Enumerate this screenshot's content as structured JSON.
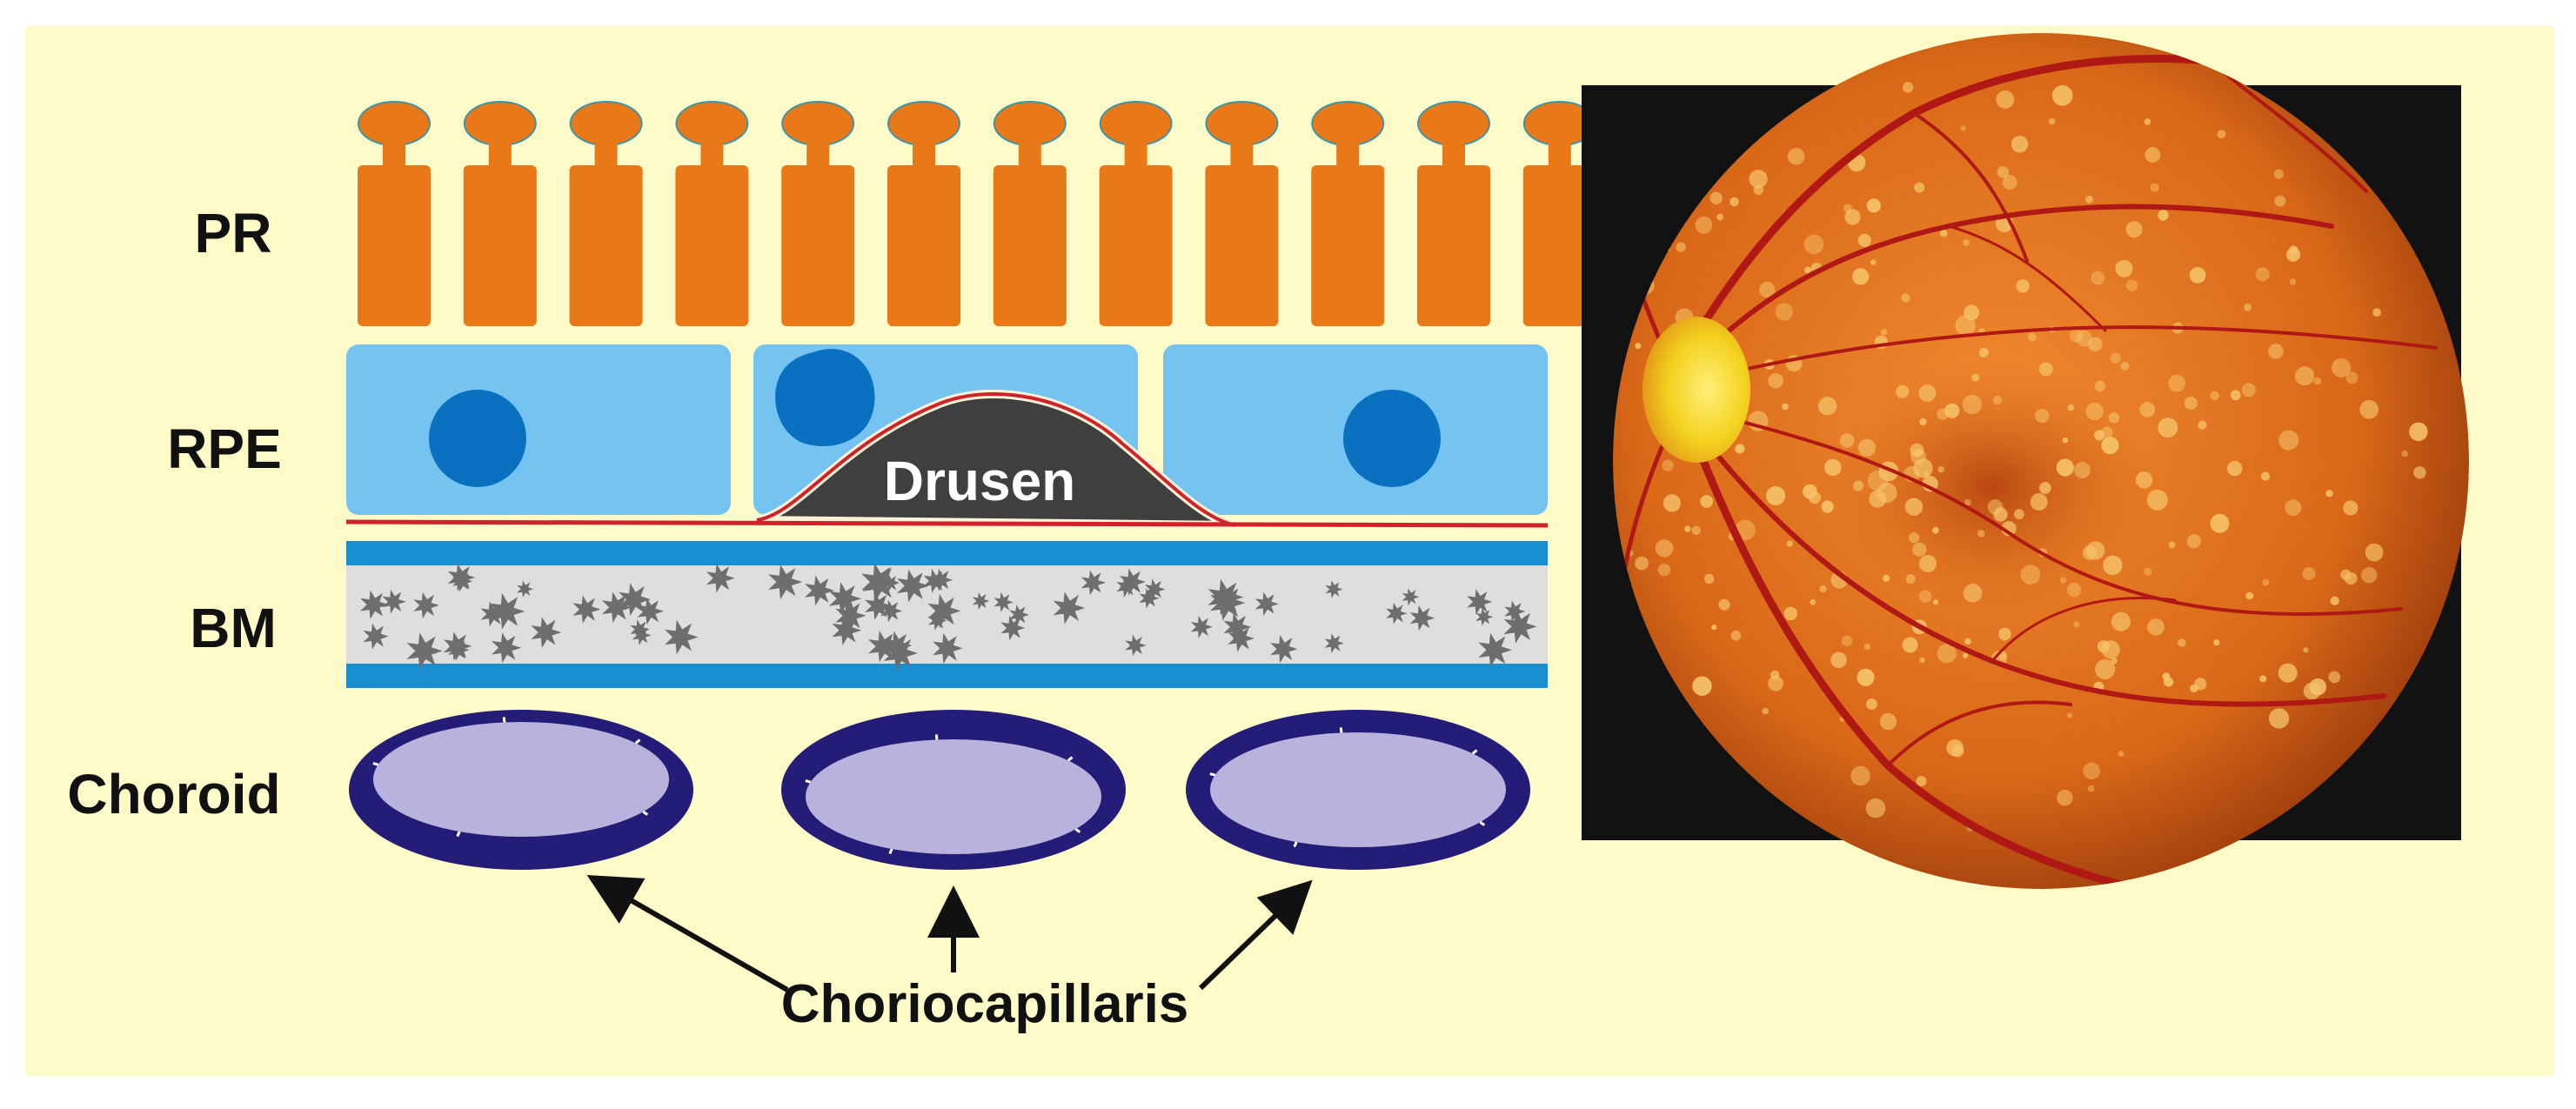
{
  "labels": {
    "pr": "PR",
    "rpe": "RPE",
    "bm": "BM",
    "choroid": "Choroid",
    "drusen": "Drusen",
    "choriocapillaris": "Choriocapillaris"
  },
  "colors": {
    "background": "#fffbc8",
    "photoreceptor": "#e87818",
    "rpe_cell": "#74c3f0",
    "nucleus": "#0a70c0",
    "membrane_line": "#d0222a",
    "drusen": "#3f3f3f",
    "bm_band": "#1a8fd0",
    "bm_fill": "#dedede",
    "bm_deposit": "#6e6e6e",
    "capillary_wall": "#231d78",
    "capillary_lumen": "#b8b2dc",
    "fundus_bg": "#121212",
    "fundus_retina": "#e07a22",
    "optic_disc": "#f3d21e",
    "vessel": "#b01814",
    "arrow": "#111111"
  },
  "icons": {
    "photoreceptor": "photoreceptor-icon",
    "rpe_cell": "rpe-cell-icon",
    "capillary": "capillary-icon",
    "fundus": "fundus-photo-icon"
  }
}
